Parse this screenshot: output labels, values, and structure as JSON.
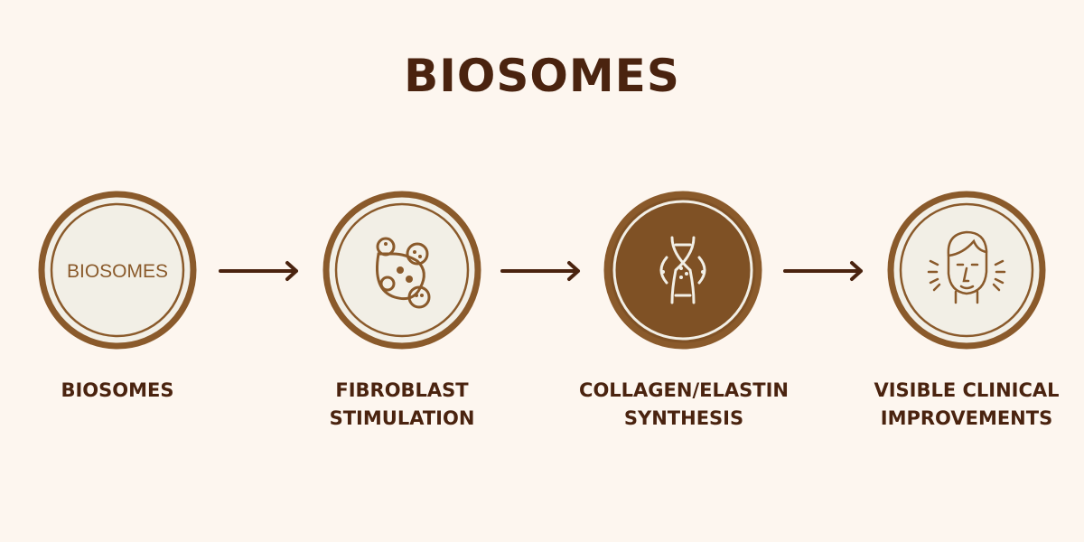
{
  "title": "BIOSOMES",
  "colors": {
    "background": "#fdf6ef",
    "brown": "#8a5a2b",
    "dark": "#4a230f",
    "fill": "#f2efe6"
  },
  "steps": [
    {
      "icon": "biosomes-text-badge",
      "badge_text": "BIOSOMES",
      "label_line1": "BIOSOMES",
      "label_line2": ""
    },
    {
      "icon": "cells-icon",
      "label_line1": "FIBROBLAST",
      "label_line2": "STIMULATION"
    },
    {
      "icon": "dna-icon",
      "label_line1": "COLLAGEN/ELASTIN",
      "label_line2": "SYNTHESIS"
    },
    {
      "icon": "face-glow-icon",
      "label_line1": "VISIBLE CLINICAL",
      "label_line2": "IMPROVEMENTS"
    }
  ]
}
